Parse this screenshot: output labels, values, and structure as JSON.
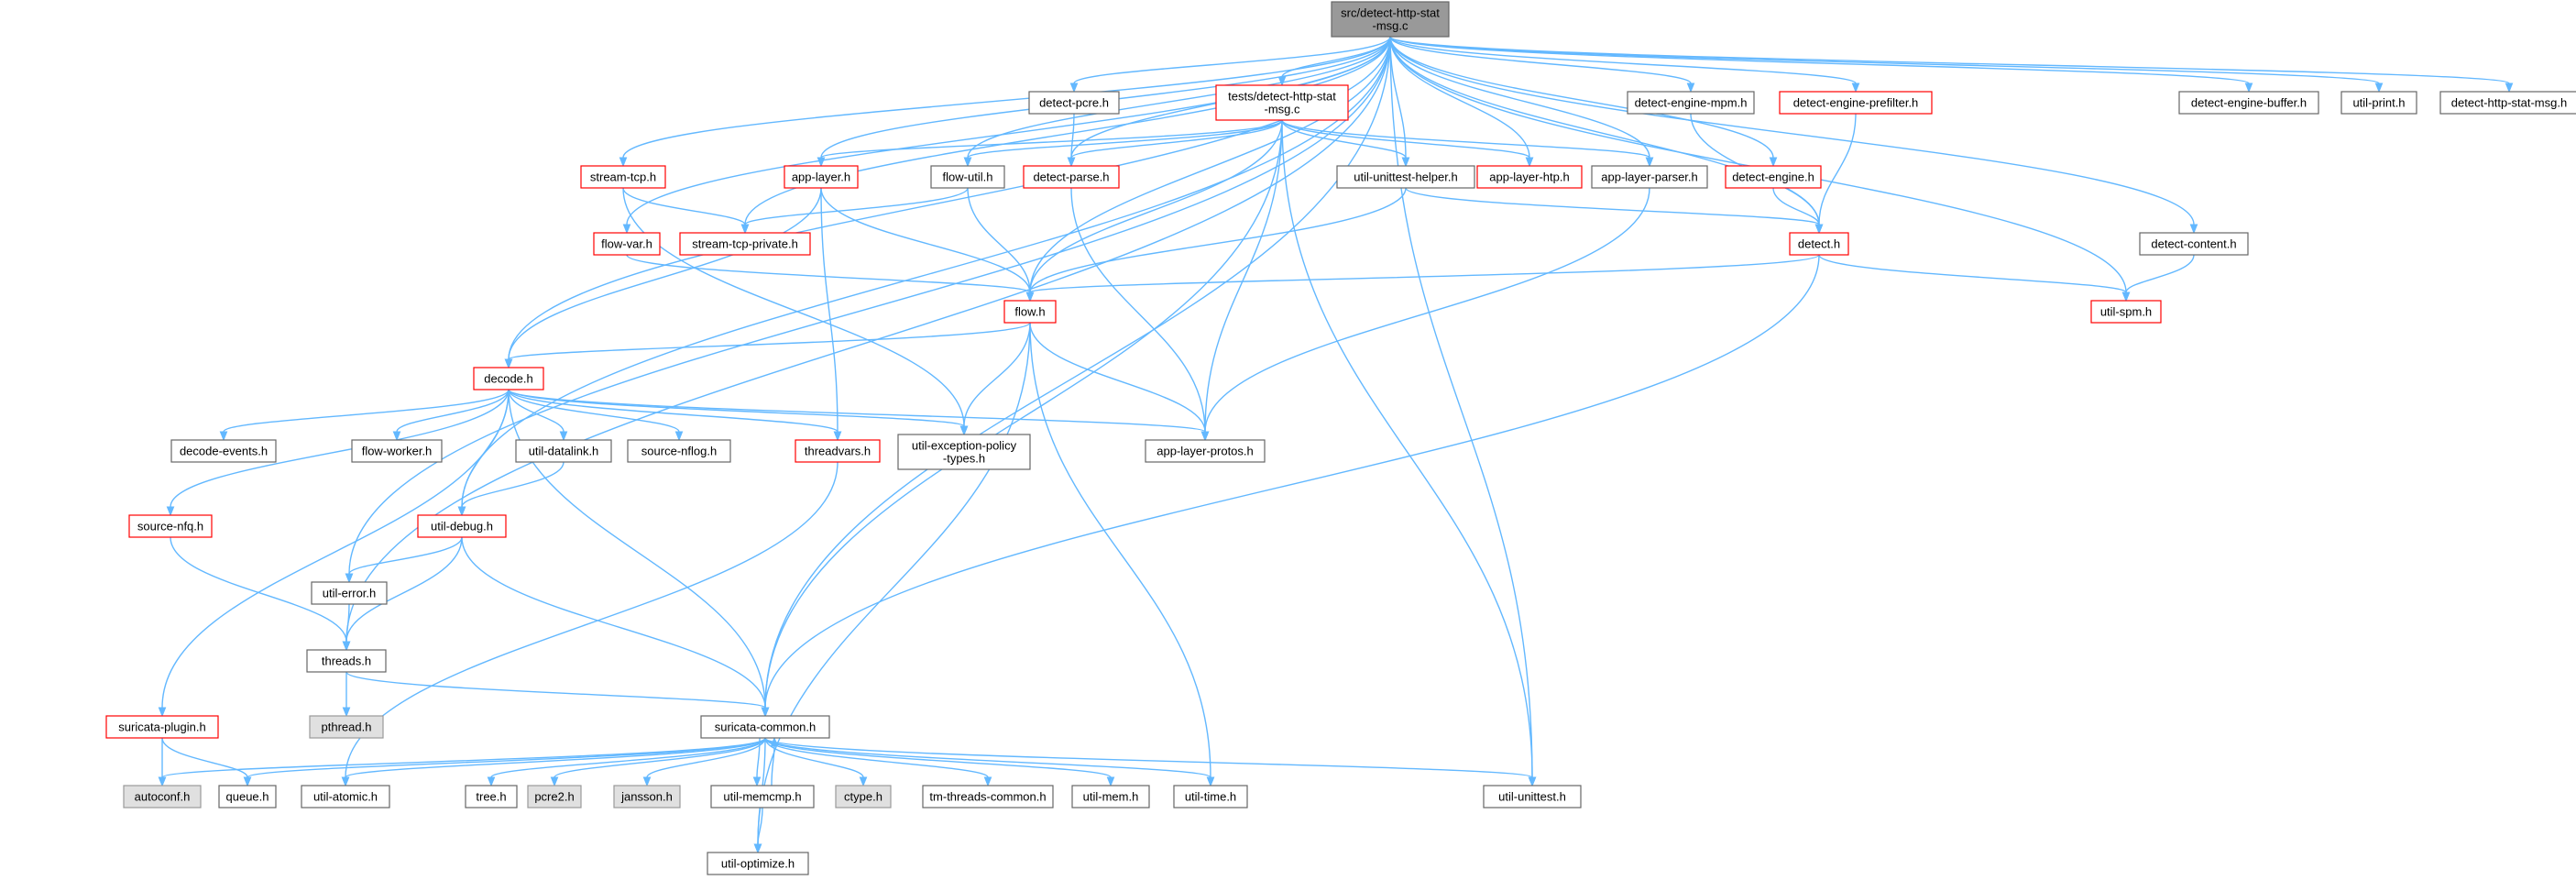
{
  "colors": {
    "edge": "#63b8ff",
    "root_fill": "#999999",
    "root_stroke": "#666666",
    "normal_stroke": "#666666",
    "truncated_stroke": "#ff0000",
    "external_fill": "#e0e0e0",
    "external_stroke": "#999999",
    "node_fill": "#ffffff"
  },
  "nodes": [
    {
      "id": "root",
      "lines": [
        "src/detect-http-stat",
        "-msg.c"
      ],
      "kind": "root"
    },
    {
      "id": "detect-pcre",
      "lines": [
        "detect-pcre.h"
      ],
      "kind": "normal"
    },
    {
      "id": "tests",
      "lines": [
        "tests/detect-http-stat",
        "-msg.c"
      ],
      "kind": "truncated"
    },
    {
      "id": "detect-engine-mpm",
      "lines": [
        "detect-engine-mpm.h"
      ],
      "kind": "normal"
    },
    {
      "id": "detect-engine-prefilter",
      "lines": [
        "detect-engine-prefilter.h"
      ],
      "kind": "truncated"
    },
    {
      "id": "detect-engine-buffer",
      "lines": [
        "detect-engine-buffer.h"
      ],
      "kind": "normal"
    },
    {
      "id": "util-print",
      "lines": [
        "util-print.h"
      ],
      "kind": "normal"
    },
    {
      "id": "detect-http-stat-msg-h",
      "lines": [
        "detect-http-stat-msg.h"
      ],
      "kind": "normal"
    },
    {
      "id": "stream-tcp",
      "lines": [
        "stream-tcp.h"
      ],
      "kind": "truncated"
    },
    {
      "id": "app-layer",
      "lines": [
        "app-layer.h"
      ],
      "kind": "truncated"
    },
    {
      "id": "flow-util",
      "lines": [
        "flow-util.h"
      ],
      "kind": "normal"
    },
    {
      "id": "detect-parse",
      "lines": [
        "detect-parse.h"
      ],
      "kind": "truncated"
    },
    {
      "id": "util-unittest-helper",
      "lines": [
        "util-unittest-helper.h"
      ],
      "kind": "normal"
    },
    {
      "id": "app-layer-htp",
      "lines": [
        "app-layer-htp.h"
      ],
      "kind": "truncated"
    },
    {
      "id": "app-layer-parser",
      "lines": [
        "app-layer-parser.h"
      ],
      "kind": "normal"
    },
    {
      "id": "detect-engine",
      "lines": [
        "detect-engine.h"
      ],
      "kind": "truncated"
    },
    {
      "id": "flow-var",
      "lines": [
        "flow-var.h"
      ],
      "kind": "truncated"
    },
    {
      "id": "stream-tcp-private",
      "lines": [
        "stream-tcp-private.h"
      ],
      "kind": "truncated"
    },
    {
      "id": "detect",
      "lines": [
        "detect.h"
      ],
      "kind": "truncated"
    },
    {
      "id": "detect-content",
      "lines": [
        "detect-content.h"
      ],
      "kind": "normal"
    },
    {
      "id": "flow",
      "lines": [
        "flow.h"
      ],
      "kind": "truncated"
    },
    {
      "id": "util-spm",
      "lines": [
        "util-spm.h"
      ],
      "kind": "truncated"
    },
    {
      "id": "decode",
      "lines": [
        "decode.h"
      ],
      "kind": "truncated"
    },
    {
      "id": "decode-events",
      "lines": [
        "decode-events.h"
      ],
      "kind": "normal"
    },
    {
      "id": "flow-worker",
      "lines": [
        "flow-worker.h"
      ],
      "kind": "normal"
    },
    {
      "id": "util-datalink",
      "lines": [
        "util-datalink.h"
      ],
      "kind": "normal"
    },
    {
      "id": "source-nflog",
      "lines": [
        "source-nflog.h"
      ],
      "kind": "normal"
    },
    {
      "id": "threadvars",
      "lines": [
        "threadvars.h"
      ],
      "kind": "truncated"
    },
    {
      "id": "util-exception-policy",
      "lines": [
        "util-exception-policy",
        "-types.h"
      ],
      "kind": "normal"
    },
    {
      "id": "app-layer-protos",
      "lines": [
        "app-layer-protos.h"
      ],
      "kind": "normal"
    },
    {
      "id": "source-nfq",
      "lines": [
        "source-nfq.h"
      ],
      "kind": "truncated"
    },
    {
      "id": "util-debug",
      "lines": [
        "util-debug.h"
      ],
      "kind": "truncated"
    },
    {
      "id": "util-error",
      "lines": [
        "util-error.h"
      ],
      "kind": "normal"
    },
    {
      "id": "threads",
      "lines": [
        "threads.h"
      ],
      "kind": "normal"
    },
    {
      "id": "pthread",
      "lines": [
        "pthread.h"
      ],
      "kind": "external"
    },
    {
      "id": "suricata-plugin",
      "lines": [
        "suricata-plugin.h"
      ],
      "kind": "truncated"
    },
    {
      "id": "suricata-common",
      "lines": [
        "suricata-common.h"
      ],
      "kind": "normal"
    },
    {
      "id": "autoconf",
      "lines": [
        "autoconf.h"
      ],
      "kind": "external"
    },
    {
      "id": "queue",
      "lines": [
        "queue.h"
      ],
      "kind": "normal"
    },
    {
      "id": "util-atomic",
      "lines": [
        "util-atomic.h"
      ],
      "kind": "normal"
    },
    {
      "id": "tree",
      "lines": [
        "tree.h"
      ],
      "kind": "normal"
    },
    {
      "id": "pcre2",
      "lines": [
        "pcre2.h"
      ],
      "kind": "external"
    },
    {
      "id": "jansson",
      "lines": [
        "jansson.h"
      ],
      "kind": "external"
    },
    {
      "id": "util-memcmp",
      "lines": [
        "util-memcmp.h"
      ],
      "kind": "normal"
    },
    {
      "id": "ctype",
      "lines": [
        "ctype.h"
      ],
      "kind": "external"
    },
    {
      "id": "tm-threads-common",
      "lines": [
        "tm-threads-common.h"
      ],
      "kind": "normal"
    },
    {
      "id": "util-mem",
      "lines": [
        "util-mem.h"
      ],
      "kind": "normal"
    },
    {
      "id": "util-time",
      "lines": [
        "util-time.h"
      ],
      "kind": "normal"
    },
    {
      "id": "util-unittest",
      "lines": [
        "util-unittest.h"
      ],
      "kind": "normal"
    },
    {
      "id": "util-optimize",
      "lines": [
        "util-optimize.h"
      ],
      "kind": "normal"
    }
  ],
  "edges": [
    [
      "root",
      "detect-pcre"
    ],
    [
      "root",
      "tests"
    ],
    [
      "root",
      "detect-engine-mpm"
    ],
    [
      "root",
      "detect-engine-prefilter"
    ],
    [
      "root",
      "detect-engine-buffer"
    ],
    [
      "root",
      "util-print"
    ],
    [
      "root",
      "detect-http-stat-msg-h"
    ],
    [
      "root",
      "stream-tcp"
    ],
    [
      "root",
      "app-layer"
    ],
    [
      "root",
      "flow-util"
    ],
    [
      "root",
      "detect-parse"
    ],
    [
      "root",
      "util-unittest-helper"
    ],
    [
      "root",
      "app-layer-htp"
    ],
    [
      "root",
      "app-layer-parser"
    ],
    [
      "root",
      "detect-engine"
    ],
    [
      "root",
      "flow-var"
    ],
    [
      "root",
      "stream-tcp-private"
    ],
    [
      "root",
      "detect"
    ],
    [
      "root",
      "detect-content"
    ],
    [
      "root",
      "flow"
    ],
    [
      "root",
      "util-spm"
    ],
    [
      "root",
      "decode"
    ],
    [
      "root",
      "util-debug"
    ],
    [
      "root",
      "util-error"
    ],
    [
      "root",
      "threads"
    ],
    [
      "root",
      "suricata-common"
    ],
    [
      "root",
      "util-unittest"
    ],
    [
      "detect-pcre",
      "detect-parse"
    ],
    [
      "tests",
      "app-layer"
    ],
    [
      "tests",
      "flow-util"
    ],
    [
      "tests",
      "detect-parse"
    ],
    [
      "tests",
      "util-unittest-helper"
    ],
    [
      "tests",
      "app-layer-htp"
    ],
    [
      "tests",
      "app-layer-parser"
    ],
    [
      "tests",
      "flow"
    ],
    [
      "tests",
      "app-layer-protos"
    ],
    [
      "tests",
      "suricata-common"
    ],
    [
      "tests",
      "util-unittest"
    ],
    [
      "detect-engine-mpm",
      "detect"
    ],
    [
      "detect-engine-prefilter",
      "detect"
    ],
    [
      "stream-tcp",
      "stream-tcp-private"
    ],
    [
      "stream-tcp",
      "util-exception-policy"
    ],
    [
      "app-layer",
      "flow"
    ],
    [
      "app-layer",
      "decode"
    ],
    [
      "app-layer",
      "threadvars"
    ],
    [
      "flow-util",
      "stream-tcp-private"
    ],
    [
      "flow-util",
      "flow"
    ],
    [
      "detect-parse",
      "app-layer-protos"
    ],
    [
      "util-unittest-helper",
      "flow"
    ],
    [
      "util-unittest-helper",
      "detect"
    ],
    [
      "app-layer-parser",
      "app-layer-protos"
    ],
    [
      "detect-engine",
      "detect"
    ],
    [
      "flow-var",
      "flow"
    ],
    [
      "detect",
      "flow"
    ],
    [
      "detect",
      "util-spm"
    ],
    [
      "detect",
      "suricata-common"
    ],
    [
      "detect-content",
      "util-spm"
    ],
    [
      "flow",
      "decode"
    ],
    [
      "flow",
      "util-exception-policy"
    ],
    [
      "flow",
      "app-layer-protos"
    ],
    [
      "flow",
      "util-time"
    ],
    [
      "flow",
      "util-optimize"
    ],
    [
      "decode",
      "decode-events"
    ],
    [
      "decode",
      "flow-worker"
    ],
    [
      "decode",
      "util-datalink"
    ],
    [
      "decode",
      "source-nflog"
    ],
    [
      "decode",
      "threadvars"
    ],
    [
      "decode",
      "util-exception-policy"
    ],
    [
      "decode",
      "app-layer-protos"
    ],
    [
      "decode",
      "source-nfq"
    ],
    [
      "decode",
      "util-debug"
    ],
    [
      "decode",
      "suricata-plugin"
    ],
    [
      "decode",
      "suricata-common"
    ],
    [
      "util-datalink",
      "util-debug"
    ],
    [
      "threadvars",
      "util-atomic"
    ],
    [
      "source-nfq",
      "threads"
    ],
    [
      "util-debug",
      "util-error"
    ],
    [
      "util-debug",
      "threads"
    ],
    [
      "util-debug",
      "suricata-common"
    ],
    [
      "util-error",
      "threads"
    ],
    [
      "threads",
      "pthread"
    ],
    [
      "threads",
      "suricata-common"
    ],
    [
      "suricata-plugin",
      "autoconf"
    ],
    [
      "suricata-plugin",
      "queue"
    ],
    [
      "suricata-common",
      "autoconf"
    ],
    [
      "suricata-common",
      "queue"
    ],
    [
      "suricata-common",
      "util-atomic"
    ],
    [
      "suricata-common",
      "tree"
    ],
    [
      "suricata-common",
      "pcre2"
    ],
    [
      "suricata-common",
      "jansson"
    ],
    [
      "suricata-common",
      "util-memcmp"
    ],
    [
      "suricata-common",
      "ctype"
    ],
    [
      "suricata-common",
      "tm-threads-common"
    ],
    [
      "suricata-common",
      "util-mem"
    ],
    [
      "suricata-common",
      "util-time"
    ],
    [
      "suricata-common",
      "util-unittest"
    ],
    [
      "suricata-common",
      "util-optimize"
    ],
    [
      "util-memcmp",
      "suricata-common"
    ],
    [
      "util-memcmp",
      "util-optimize"
    ]
  ]
}
